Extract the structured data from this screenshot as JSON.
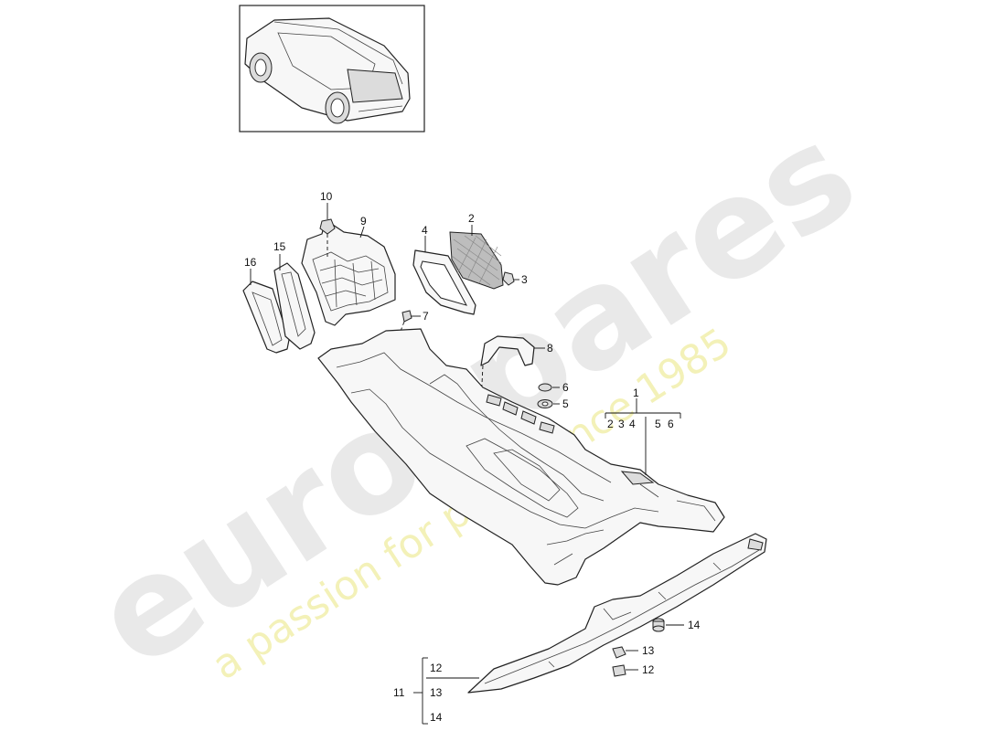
{
  "watermark": {
    "brand": "eurospares",
    "tagline": "a passion for parts since 1985"
  },
  "callouts": {
    "n1": "1",
    "n2": "2",
    "n3": "3",
    "n4": "4",
    "n5": "5",
    "n6": "6",
    "n7": "7",
    "n8": "8",
    "n9": "9",
    "n10": "10",
    "n11": "11",
    "n12": "12",
    "n13": "13",
    "n14": "14",
    "n15": "15",
    "n16": "16"
  },
  "group1": {
    "a": "2",
    "b": "3",
    "c": "4",
    "d": "5",
    "e": "6"
  },
  "group11": {
    "a": "12",
    "b": "13",
    "c": "14"
  }
}
